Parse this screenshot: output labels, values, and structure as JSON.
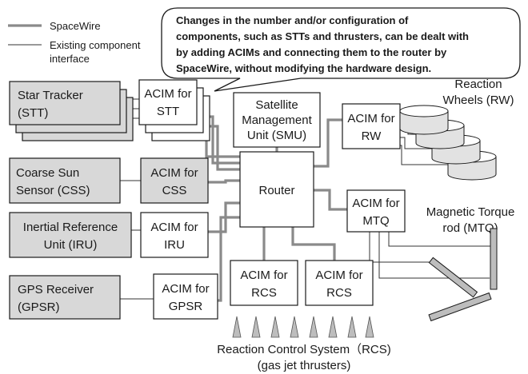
{
  "legend": {
    "spacewire": "SpaceWire",
    "existing_line1": "Existing component",
    "existing_line2": "interface"
  },
  "callout": [
    "Changes in the number and/or configuration of",
    "components, such as STTs and thrusters, can be dealt with",
    "by adding ACIMs and connecting them to the router by",
    "SpaceWire, without modifying the hardware design."
  ],
  "components": {
    "stt": [
      "Star Tracker",
      "(STT)"
    ],
    "css": [
      "Coarse Sun",
      "Sensor (CSS)"
    ],
    "iru": [
      "Inertial Reference",
      "Unit (IRU)"
    ],
    "gpsr": [
      "GPS Receiver",
      "(GPSR)"
    ]
  },
  "acims": {
    "stt": [
      "ACIM for",
      "STT"
    ],
    "css": [
      "ACIM for",
      "CSS"
    ],
    "iru": [
      "ACIM for",
      "IRU"
    ],
    "gpsr": [
      "ACIM for",
      "GPSR"
    ],
    "rcs1": [
      "ACIM for",
      "RCS"
    ],
    "rcs2": [
      "ACIM for",
      "RCS"
    ],
    "rw": [
      "ACIM for",
      "RW"
    ],
    "mtq": [
      "ACIM for",
      "MTQ"
    ]
  },
  "smu": [
    "Satellite",
    "Management",
    "Unit (SMU)"
  ],
  "router": "Router",
  "reaction_wheels": [
    "Reaction",
    "Wheels (RW)"
  ],
  "mtq_label": [
    "Magnetic Torque",
    "rod (MTQ)"
  ],
  "rcs_label": [
    "Reaction Control System（RCS)",
    "(gas jet thrusters)"
  ],
  "colors": {
    "component_fill": "#d8d8d8",
    "spacewire": "#8a8a8a",
    "thruster": "#bdbdbd"
  }
}
